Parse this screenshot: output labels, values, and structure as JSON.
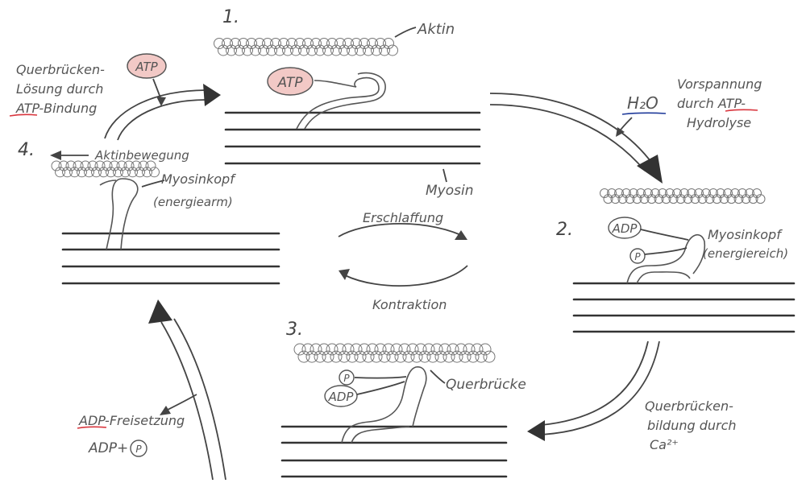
{
  "steps": {
    "s1": "1.",
    "s2": "2.",
    "s3": "3.",
    "s4": "4."
  },
  "labels": {
    "aktin": "Aktin",
    "myosin": "Myosin",
    "atp": "ATP",
    "adp": "ADP",
    "p": "P",
    "h2o": "H₂O",
    "myosinkopf": "Myosinkopf",
    "energiereich": "(energiereich)",
    "energiearm": "(energiearm)",
    "querbruecke": "Querbrücke",
    "aktinbewegung": "Aktinbewegung"
  },
  "notes": {
    "loesung_line1": "Querbrücken-",
    "loesung_line2": "Lösung durch",
    "loesung_line3": "ATP-Bindung",
    "vorspannung_line1": "Vorspannung",
    "vorspannung_line2": "durch ATP-",
    "vorspannung_line3": "Hydrolyse",
    "bildung_line1": "Querbrücken-",
    "bildung_line2": "bildung durch",
    "bildung_line3": "Ca²⁺",
    "freisetzung_line1": "ADP-Freisetzung",
    "freisetzung_line2": "ADP+"
  },
  "center": {
    "erschlaffung": "Erschlaffung",
    "kontraktion": "Kontraktion"
  },
  "colors": {
    "atp_fill": "#f2c9c6",
    "underline_red": "#d9363e",
    "underline_blue": "#1f3a9a"
  }
}
